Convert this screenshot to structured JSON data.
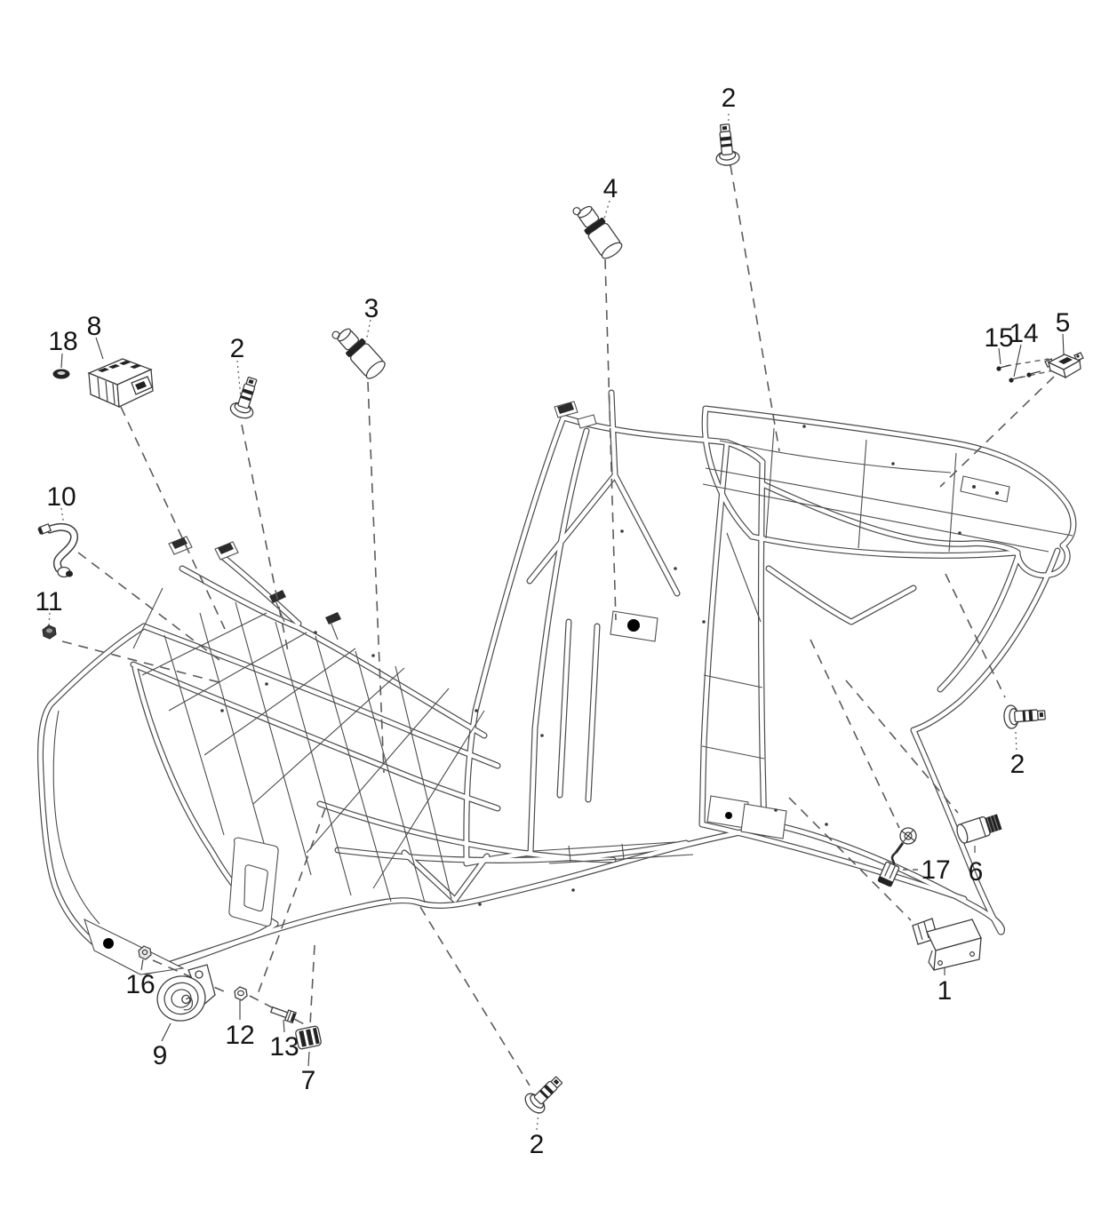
{
  "diagram": {
    "type": "exploded-parts-diagram",
    "subject": "vehicle frame with electrical frame-mounted parts",
    "colors": {
      "background": "#ffffff",
      "frame_line": "#4a4a4a",
      "leader_line": "#5b5b5b",
      "label_text": "#151515"
    },
    "callouts": {
      "n1": "1",
      "n2": "2",
      "n3": "3",
      "n4": "4",
      "n5": "5",
      "n6": "6",
      "n7": "7",
      "n8": "8",
      "n9": "9",
      "n10": "10",
      "n11": "11",
      "n12": "12",
      "n13": "13",
      "n14": "14",
      "n15": "15",
      "n16": "16",
      "n17": "17",
      "n18": "18"
    }
  }
}
